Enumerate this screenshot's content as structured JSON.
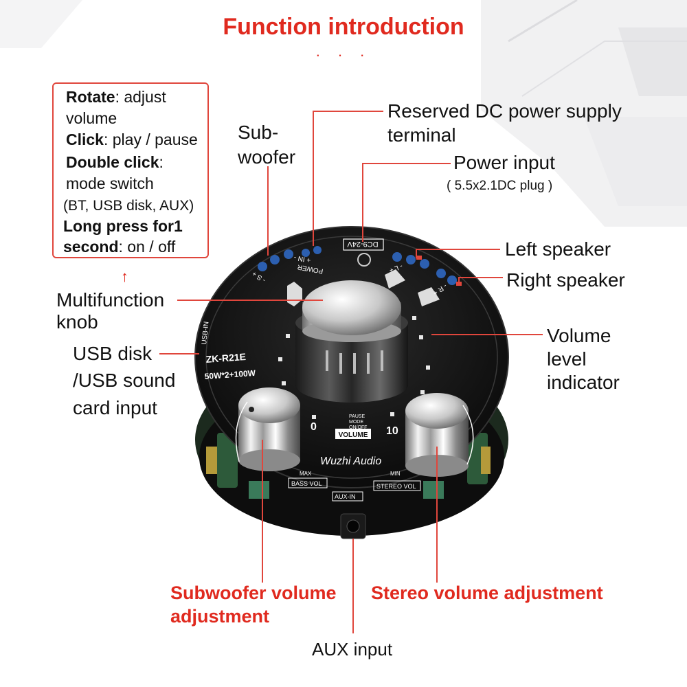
{
  "title": "Function introduction",
  "title_dots": ". . .",
  "function_box": {
    "rotate_key": "Rotate",
    "rotate_val": ": adjust",
    "rotate_val2": "volume",
    "click_key": "Click",
    "click_val": ": play / pause",
    "double_key": "Double click",
    "double_val": ":",
    "double_val2": "mode switch",
    "double_val3": "(BT, USB disk, AUX)",
    "long_key": "Long press for1",
    "long_key2": "second",
    "long_val": ": on / off"
  },
  "arrow_up": "↑",
  "labels": {
    "subwoofer_1": "Sub-",
    "subwoofer_2": "woofer",
    "reserved_dc_1": "Reserved DC power supply",
    "reserved_dc_2": "terminal",
    "power_input": "Power input",
    "power_input_note": "( 5.5x2.1DC plug )",
    "left_speaker": "Left speaker",
    "right_speaker": "Right speaker",
    "multifunction_1": "Multifunction",
    "multifunction_2": "knob",
    "volume_level_1": "Volume",
    "volume_level_2": "level",
    "volume_level_3": "indicator",
    "usb_1": "USB disk",
    "usb_2": "/USB sound",
    "usb_3": "card input",
    "subwoofer_vol_1": "Subwoofer volume",
    "subwoofer_vol_2": "adjustment",
    "stereo_vol": "Stereo volume adjustment",
    "aux_input": "AUX input"
  },
  "pcb": {
    "model": "ZK-R21E",
    "power_rating": "50W*2+100W",
    "dc_label": "DC9-24V",
    "power_label": "POWER",
    "in_label": "+ IN -",
    "s_label": "- S +",
    "l_label": "- L +",
    "r_label": "- R +",
    "usb_label": "USB-IN",
    "scale_min": "0",
    "scale_max": "10",
    "volume_badge": "VOLUME",
    "pause": "PAUSE",
    "mode": "MODE",
    "onoff": "ON/OFF",
    "brand": "Wuzhi Audio",
    "bass_vol": "BASS VOL",
    "stereo_vol": "STEREO VOL",
    "max_label": "MAX",
    "min_label": "MIN",
    "aux_in": "AUX-IN"
  },
  "colors": {
    "accent_red": "#e02a1f",
    "board_black": "#151515",
    "knob_silver": "#cfcfcf"
  }
}
